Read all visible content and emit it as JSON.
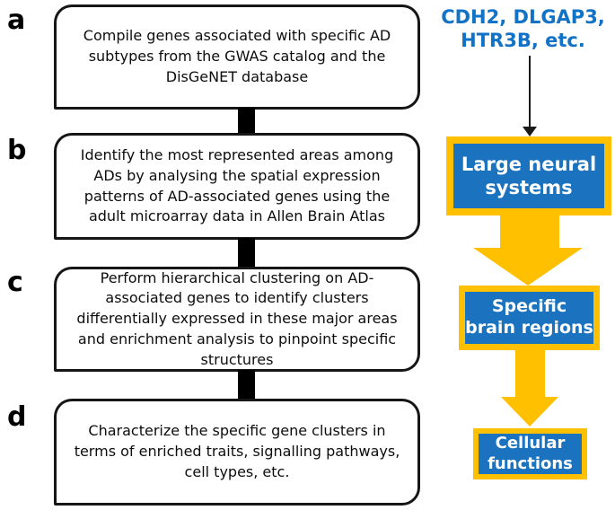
{
  "figure": {
    "type": "flowchart",
    "steps": [
      {
        "label": "a",
        "text": "Compile genes associated with specific AD\nsubtypes from the GWAS catalog and the\nDisGeNET database"
      },
      {
        "label": "b",
        "text": "Identify the most represented areas among\nADs by analysing the spatial expression\npatterns of AD-associated genes using the\nadult microarray data in Allen Brain Atlas"
      },
      {
        "label": "c",
        "text": "Perform hierarchical clustering on AD-\nassociated genes to identify clusters\ndifferentially expressed in these major areas\nand enrichment analysis to pinpoint specific\nstructures"
      },
      {
        "label": "d",
        "text": "Characterize the specific gene clusters in\nterms of enriched traits, signalling pathways,\ncell types, etc."
      }
    ],
    "right_flow": {
      "gene_list": "CDH2, DLGAP3,\nHTR3B, etc.",
      "nodes": [
        {
          "label": "Large neural\nsystems"
        },
        {
          "label": "Specific\nbrain regions"
        },
        {
          "label": "Cellular\nfunctions"
        }
      ]
    },
    "colors": {
      "accent_blue": "#1B72BE",
      "gene_text_blue": "#1272C6",
      "accent_yellow": "#FFC000",
      "outline_black": "#161616"
    }
  }
}
